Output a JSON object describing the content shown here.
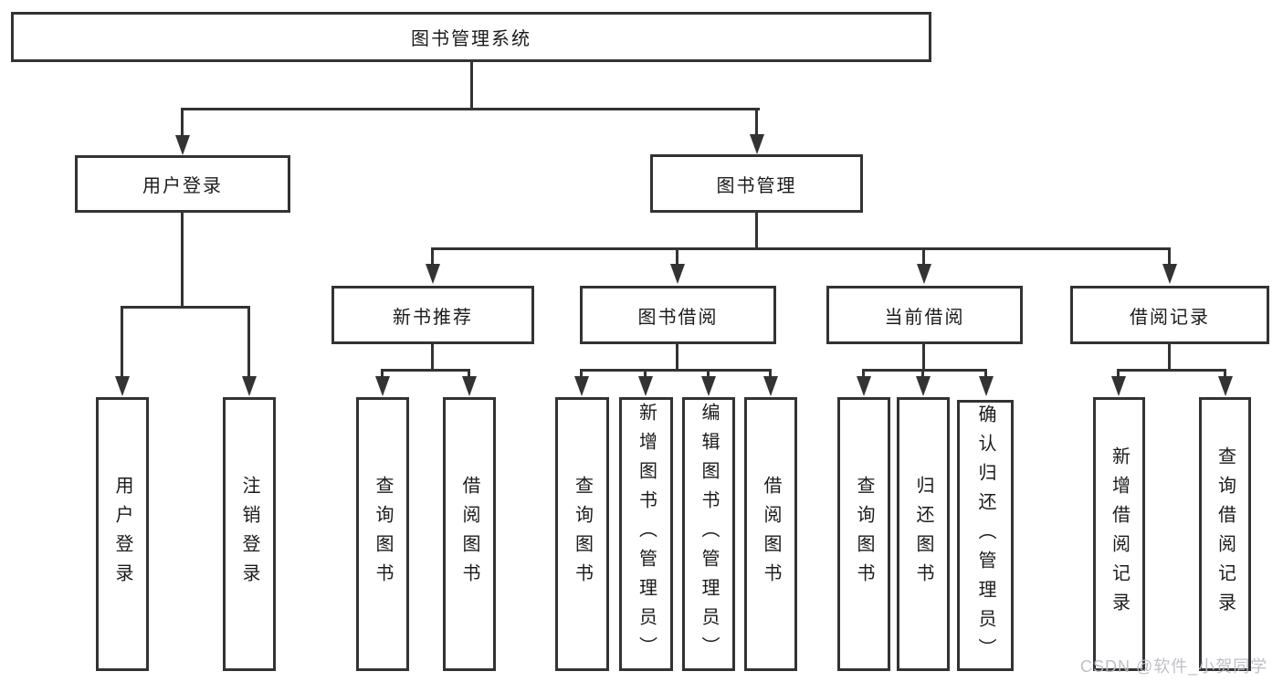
{
  "diagram": {
    "root": "图书管理系统",
    "branches": [
      {
        "label": "用户登录",
        "children": [
          "用户登录",
          "注销登录"
        ]
      },
      {
        "label": "图书管理",
        "children": [
          {
            "label": "新书推荐",
            "children": [
              "查询图书",
              "借阅图书"
            ]
          },
          {
            "label": "图书借阅",
            "children": [
              "查询图书",
              "新增图书（管理员）",
              "编辑图书（管理员）",
              "借阅图书"
            ]
          },
          {
            "label": "当前借阅",
            "children": [
              "查询图书",
              "归还图书",
              "确认归还（管理员）"
            ]
          },
          {
            "label": "借阅记录",
            "children": [
              "新增借阅记录",
              "查询借阅记录"
            ]
          }
        ]
      }
    ]
  },
  "watermark": "CSDN @软件_小贺同学",
  "colors": {
    "line": "#333333",
    "box_border": "#333333",
    "text": "#1b1b1b",
    "background": "#ffffff",
    "watermark": "#babdc2"
  }
}
